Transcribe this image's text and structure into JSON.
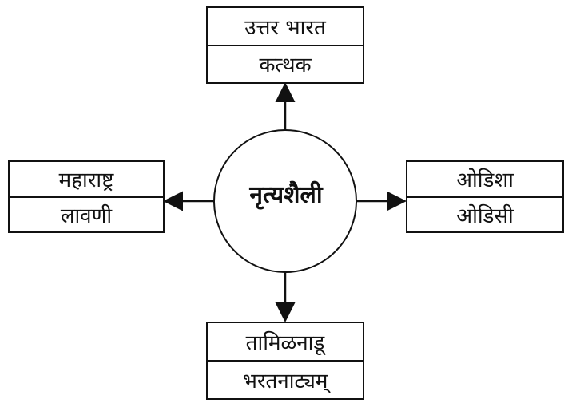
{
  "center": {
    "label": "नृत्यशैली"
  },
  "boxes": {
    "top": {
      "region": "उत्तर भारत",
      "dance": "कत्थक"
    },
    "left": {
      "region": "महाराष्ट्र",
      "dance": "लावणी"
    },
    "right": {
      "region": "ओडिशा",
      "dance": "ओडिसी"
    },
    "bottom": {
      "region": "तामिळनाडू",
      "dance": "भरतनाट्यम्"
    }
  }
}
